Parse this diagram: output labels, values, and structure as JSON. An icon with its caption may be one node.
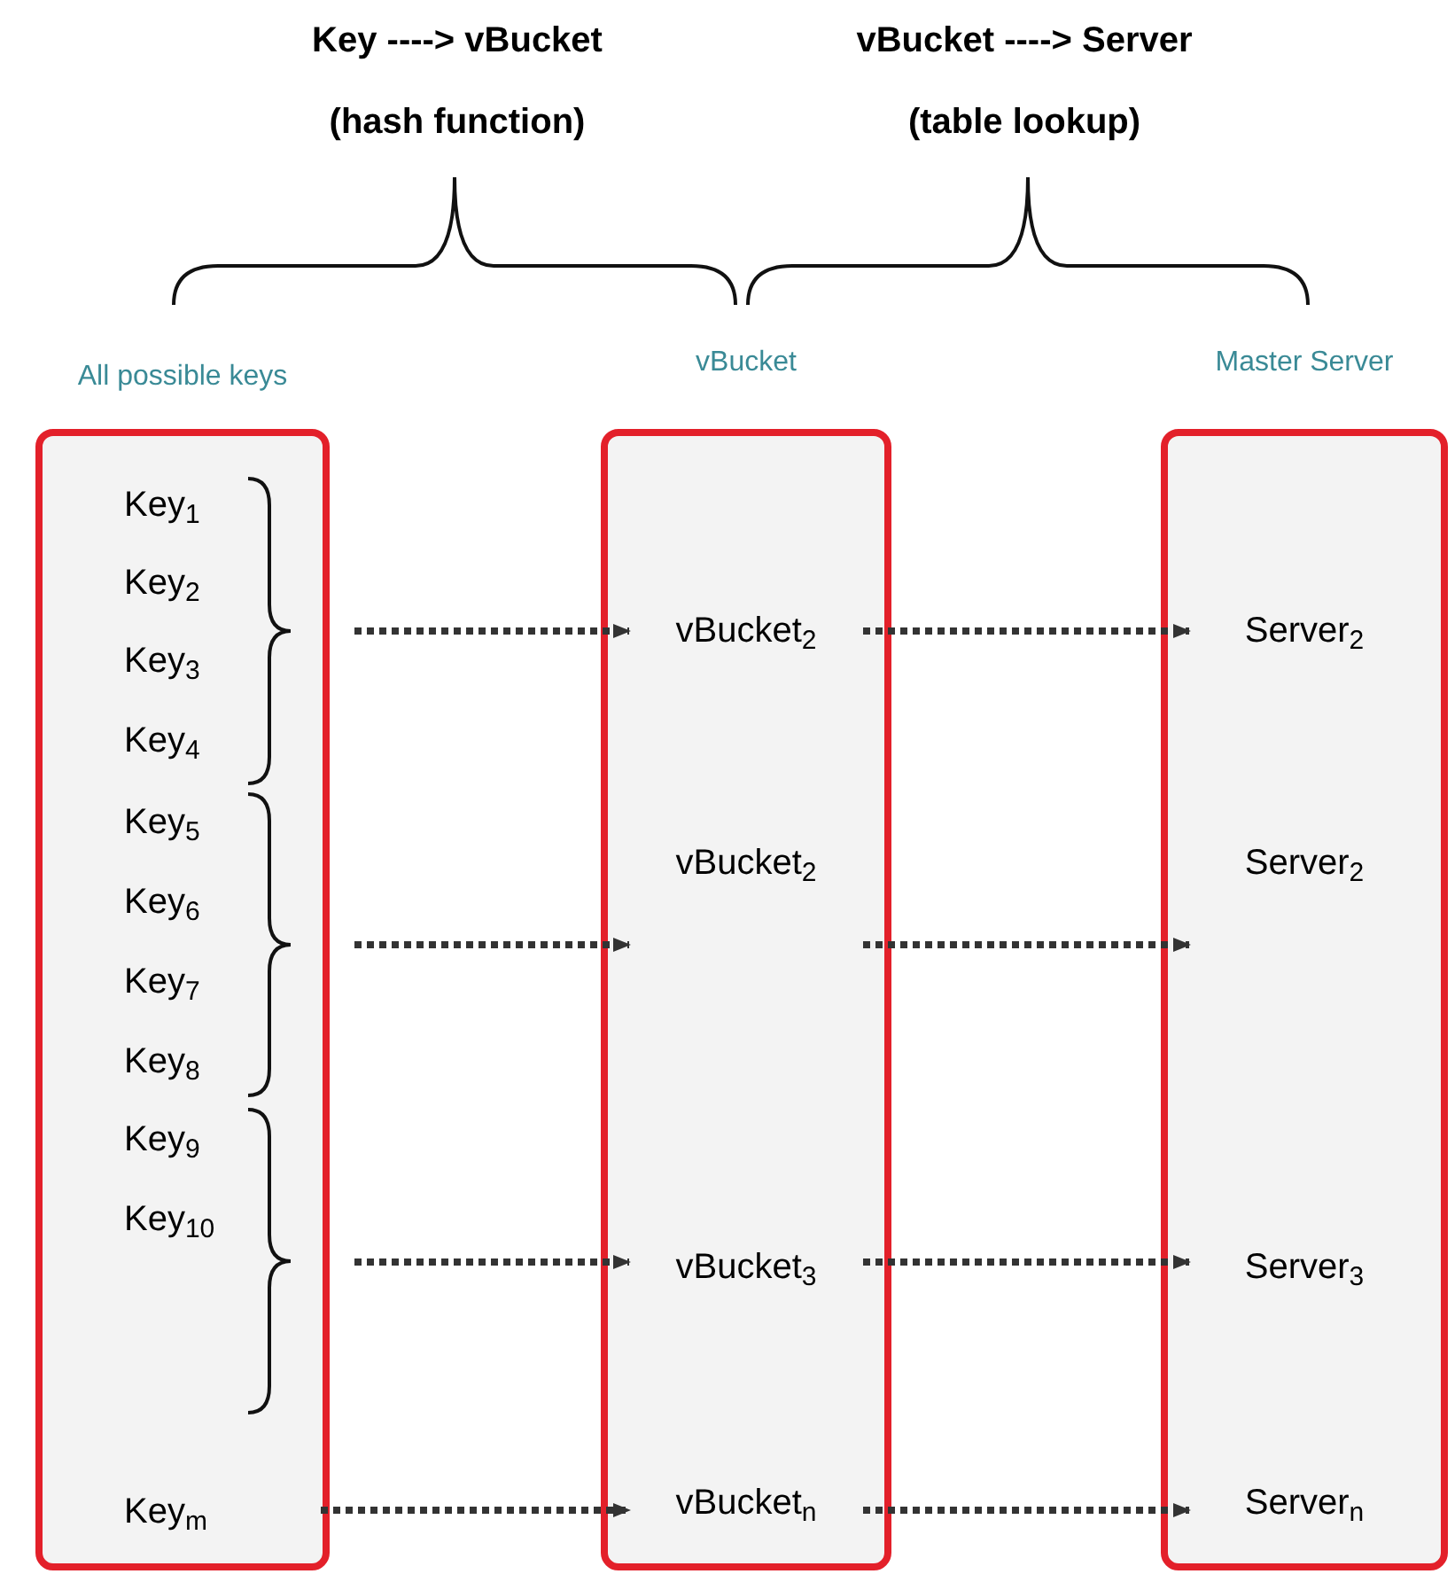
{
  "diagram": {
    "nodes": [
      {
        "text": [
          "All possible keys"
        ]
      },
      {
        "text": [
          "vBucket"
        ]
      },
      {
        "text": [
          "Master Server"
        ]
      },
      {
        "text": [
          "Key$_{1}$"
        ],
        "in": 0
      },
      {
        "text": [
          "Key$_{2}$"
        ],
        "in": 0
      },
      {
        "text": [
          "Key$_{3}$"
        ],
        "in": 0
      },
      {
        "text": [
          "Key$_{4}$"
        ],
        "in": 0
      },
      {
        "text": [
          "Key$_{5}$"
        ],
        "in": 0
      },
      {
        "text": [
          "Key$_{6}$"
        ],
        "in": 0
      },
      {
        "text": [
          "Key$_{7}$"
        ],
        "in": 0
      },
      {
        "text": [
          "Key$_{8}$"
        ],
        "in": 0
      },
      {
        "text": [
          "Key$_{9}$"
        ],
        "in": 0
      },
      {
        "text": [
          "Key$_{10}$"
        ],
        "in": 0
      },
      {
        "text": [
          "Key$_{m}$"
        ],
        "in": 0
      },
      {
        "text": [
          "vBucket$_{2}$"
        ],
        "in": 1
      },
      {
        "text": [
          "vBucket$_{2}$"
        ],
        "in": 1
      },
      {
        "text": [
          "vBucket$_{3}$"
        ],
        "in": 1
      },
      {
        "text": [
          "vBucket$_{n}$"
        ],
        "in": 1
      },
      {
        "text": [
          "Server$_{2}$"
        ],
        "in": 2
      },
      {
        "text": [
          "Server$_{2}$"
        ],
        "in": 2
      },
      {
        "text": [
          "Server$_{3}$"
        ],
        "in": 2
      },
      {
        "text": [
          "Server$_{n}$"
        ],
        "in": 2
      }
    ],
    "edges": [
      {
        "from": null,
        "to": 14,
        "arrow": "to",
        "style": "dashed"
      },
      {
        "from": null,
        "to": 15,
        "arrow": "to",
        "style": "dashed"
      },
      {
        "from": null,
        "to": 16,
        "arrow": "to",
        "style": "dashed"
      },
      {
        "from": 13,
        "to": 17,
        "arrow": "to",
        "style": "dashed"
      },
      {
        "from": 14,
        "to": 18,
        "arrow": "to",
        "style": "dashed"
      },
      {
        "from": 15,
        "to": 19,
        "arrow": "to",
        "style": "dashed"
      },
      {
        "from": 16,
        "to": 20,
        "arrow": "to",
        "style": "dashed"
      },
      {
        "from": 17,
        "to": 21,
        "arrow": "to",
        "style": "dashed"
      }
    ],
    "labels": [
      "Key ----> vBucket",
      "(hash function)",
      "vBucket ----> Server",
      "(table lookup)"
    ]
  }
}
